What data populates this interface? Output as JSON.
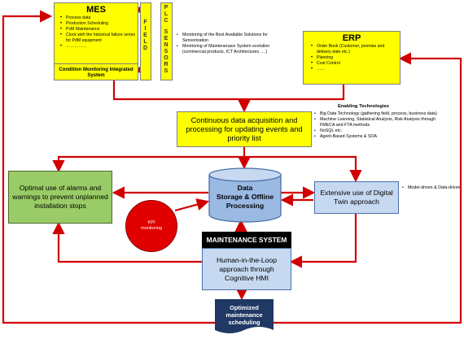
{
  "mes": {
    "title": "MES",
    "items": [
      "Process data",
      "Production Scheduling",
      "PvM Maintenance",
      "Clock with the historical failure series for PdM equipment",
      "……………"
    ],
    "cm_label": "Condition Monitoring Integrated System"
  },
  "field_letters": [
    "F",
    "I",
    "E",
    "L",
    "D"
  ],
  "plc_letters": [
    "P",
    "L",
    "C"
  ],
  "sensors_letters": [
    "S",
    "E",
    "N",
    "S",
    "O",
    "R",
    "S"
  ],
  "monitoring_notes": [
    "Monitoring of the Best Available Solutions for Sensorization",
    "Monitoring of Maintenenace System evolution (commercial products, ICT Architectures ….)"
  ],
  "erp": {
    "title": "ERP",
    "items": [
      "Order Book (Customer, promise and delivery date etc.)",
      "Planning",
      "Cost Control",
      "……"
    ]
  },
  "acquisition_label": "Continuous data acquisition and processing for updating events and priority list",
  "enabling": {
    "title": "Enabling Technologies",
    "items": [
      "Big Data Technology (gathering field, process, business data)",
      "Machine Learning, Statistical Analysis, Risk Analysis through FMECA and FTA methods",
      "NoSQL etc.",
      "Agent-Based Systems & SOA"
    ]
  },
  "alarms_label": "Optimal use of alarms and warnings to prevent unplanned installation stops",
  "data_storage": {
    "line1": "Data",
    "line2": "Storage & Offline",
    "line3": "Processing"
  },
  "digital_twin_label": "Extensive use of Digital Twin approach",
  "model_driven_note": "Model-driven & Data-driven",
  "kpi_label": "KPI monitoring",
  "maintenance_system": {
    "title": "MAINTENANCE SYSTEM",
    "body": "Human-in-the-Loop approach through Cognitive HMI"
  },
  "scheduling_label": "Optimized maintenance scheduling",
  "colors": {
    "yellow": "#ffff00",
    "green": "#99cc66",
    "blue": "#bcd2ee",
    "red": "#e00000",
    "arrow_red": "#d10000",
    "dark_blue": "#1f3864"
  }
}
